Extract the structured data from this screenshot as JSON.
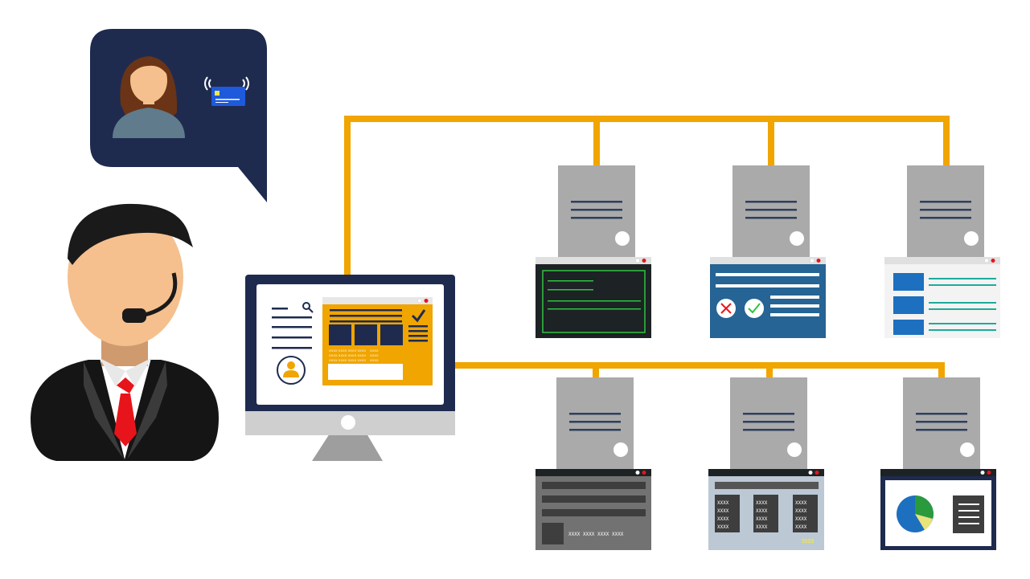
{
  "colors": {
    "network_line": "#f0a500",
    "tower": "#aaaaaa",
    "tower_slot": "#2e3f5c",
    "bubble": "#1e2b4f",
    "skin": "#f5c08d",
    "suit": "#151515",
    "tie": "#e8141b",
    "monitor_frame": "#1e2b4f",
    "monitor_accent": "#f0a500"
  },
  "icons": {
    "agent": "headset-agent-icon",
    "customer": "customer-avatar-icon",
    "card": "contactless-card-icon",
    "search": "search-icon",
    "user": "user-icon",
    "check": "checkmark-icon",
    "reject": "cross-icon",
    "approve": "check-circle-icon",
    "pie": "pie-chart-icon"
  },
  "screen": {
    "form_text": [
      "XXXX XXXX XXXX XXXX",
      "XXXX",
      "XXXX XXXX XXXX XXXX",
      "XXXX",
      "XXXX XXXX XXXX XXXX",
      "XXXX"
    ]
  },
  "servers": {
    "s4": {
      "card_text": "XXXX XXXX XXXX XXXX"
    },
    "s5": {
      "col1": [
        "XXXX",
        "XXXX",
        "XXXX",
        "XXXX"
      ],
      "col2": [
        "XXXX",
        "XXXX",
        "XXXX",
        "XXXX"
      ],
      "col3": [
        "XXXX",
        "XXXX",
        "XXXX",
        "XXXX"
      ],
      "amount": "$$$$"
    }
  }
}
